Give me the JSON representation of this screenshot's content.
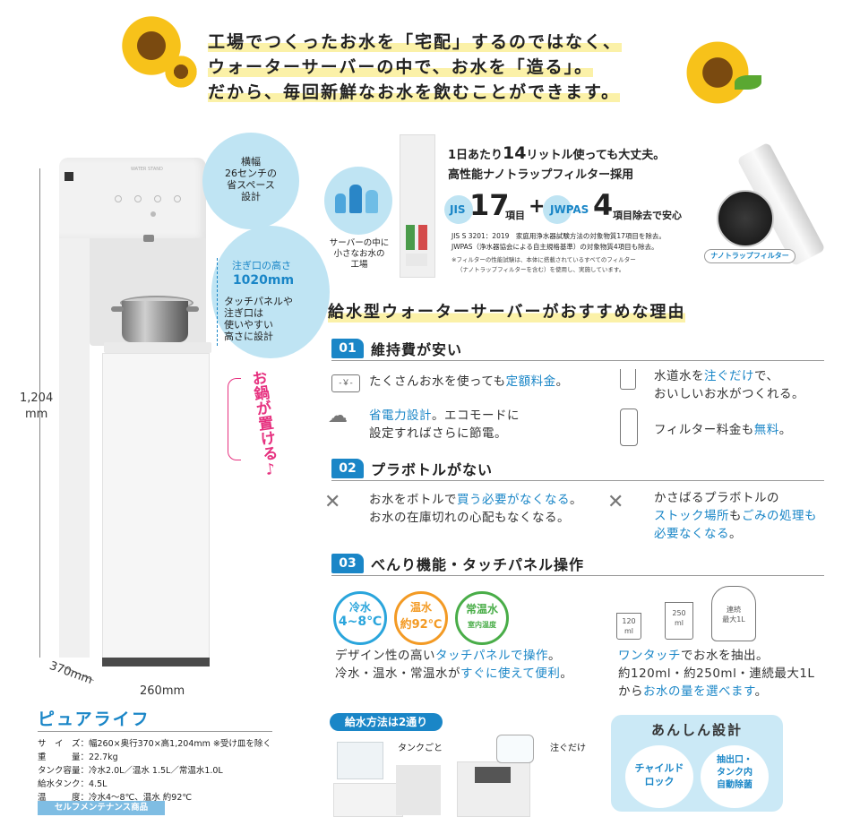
{
  "header": {
    "line1": "工場でつくったお水を「宅配」するのではなく、",
    "line2": "ウォーターサーバーの中で、お水を「造る」。",
    "line3": "だから、毎回新鮮なお水を飲むことができます。"
  },
  "product": {
    "height_label": "1,204\nmm",
    "depth_label": "370mm",
    "width_label": "260mm",
    "panel_brand": "WATER STAND",
    "bubble_space": "横幅\n26センチの\n省スペース\n設計",
    "bubble_spout_title": "注ぎ口の高さ",
    "bubble_spout_value": "1020mm",
    "bubble_spout_desc": "タッチパネルや\n注ぎ口は\n使いやすい\n高さに設計",
    "pot_label": "お鍋が置ける♪",
    "name": "ピュアライフ",
    "specs": [
      "サ　イ　ズ：幅260×奥行370×高1,204mm ※受け皿を除く",
      "重　　　量：22.7kg",
      "タンク容量：冷水2.0L／温水 1.5L／常温水1.0L",
      "給水タンク：4.5L",
      "温　　　度：冷水4〜8℃、温水 約92℃"
    ],
    "maintenance_badge": "セルフメンテナンス商品"
  },
  "filter": {
    "factory_caption": "サーバーの中に\n小さなお水の\n工場",
    "line1_pre": "1日あたり",
    "line1_num": "14",
    "line1_post": "リットル使っても大丈夫。",
    "line2": "高性能ナノトラップフィルター採用",
    "jis_label": "JIS",
    "jis_num": "17",
    "jis_unit": "項目",
    "plus": "+",
    "jwpas_label": "JWPAS",
    "jwpas_num": "4",
    "jwpas_unit": "項目除去で安心",
    "note1": "JIS S 3201：2019　家庭用浄水器試験方法の対象物質17項目を除去。",
    "note2": "JWPAS（浄水器協会による自主規格基準）の対象物質4項目も除去。",
    "note3": "※フィルターの性能試験は、本体に搭載されているすべてのフィルター",
    "note4": "（ナノトラップフィルターを含む）を使用し、実施しています。",
    "filter_label": "ナノトラップフィルター"
  },
  "reasons_title": "給水型ウォーターサーバーがおすすめな理由",
  "sections": [
    {
      "num": "01",
      "title": "維持費が安い"
    },
    {
      "num": "02",
      "title": "プラボトルがない"
    },
    {
      "num": "03",
      "title": "べんり機能・タッチパネル操作"
    }
  ],
  "s1": {
    "a_pre": "たくさんお水を使っても",
    "a_blue": "定額料金",
    "a_post": "。",
    "b_pre": "水道水を",
    "b_blue": "注ぐだけ",
    "b_post": "で、",
    "b_line2": "おいしいお水がつくれる。",
    "c_blue": "省電力設計",
    "c_post": "。エコモードに",
    "c_line2": "設定すればさらに節電。",
    "d_pre": "フィルター料金も",
    "d_blue": "無料",
    "d_post": "。",
    "price_icon_text": "-￥-"
  },
  "s2": {
    "a_pre": "お水をボトルで",
    "a_blue": "買う必要がなくなる",
    "a_post": "。",
    "a_line2": "お水の在庫切れの心配もなくなる。",
    "b_line1": "かさばるプラボトルの",
    "b_blue1": "ストック場所",
    "b_mid": "も",
    "b_blue2": "ごみの処理も",
    "b_blue3": "必要なくなる",
    "b_post": "。"
  },
  "s3": {
    "cold_title": "冷水",
    "cold_value": "4~8℃",
    "hot_title": "温水",
    "hot_value": "約92℃",
    "room_title": "常温水",
    "room_sub": "室内温度",
    "a_pre": "デザイン性の高い",
    "a_blue": "タッチパネルで操作",
    "a_post": "。",
    "a2_pre": "冷水・温水・常温水が",
    "a2_blue": "すぐに使えて便利",
    "a2_post": "。",
    "cup120": "120\nml",
    "cup250": "250\nml",
    "pitcher": "連続\n最大1L",
    "b_blue": "ワンタッチ",
    "b_post": "でお水を抽出。",
    "b_line2": "約120ml・約250ml・連続最大1L",
    "b3_pre": "から",
    "b3_blue": "お水の量を選べます",
    "b3_post": "。"
  },
  "supply": {
    "badge": "給水方法は2通り",
    "tank": "タンクごと",
    "pour": "注ぐだけ"
  },
  "safety": {
    "title": "あんしん設計",
    "child": "チャイルド\nロック",
    "auto": "抽出口・\nタンク内\n自動除菌"
  },
  "colors": {
    "accent": "#1a86c7",
    "bubble": "#bfe4f3",
    "pink": "#e6317f",
    "cold": "#2aa5dc",
    "hot": "#f39a24",
    "room": "#49ad48"
  }
}
